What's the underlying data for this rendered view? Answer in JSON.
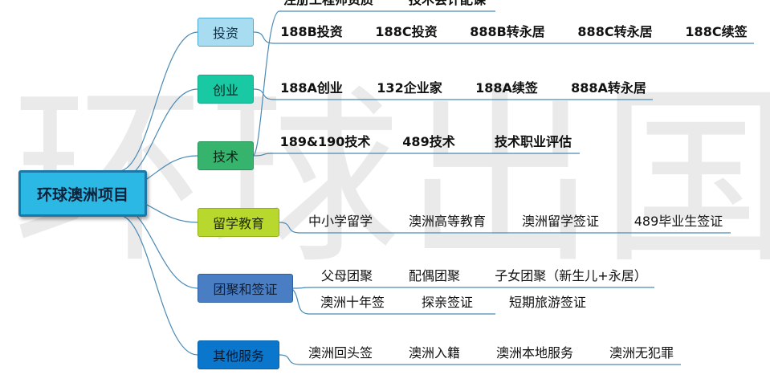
{
  "watermark": "环球出国",
  "root": {
    "label": "环球澳洲项目"
  },
  "categories": [
    {
      "label": "投资",
      "fill": "#a8dcf0",
      "border": "#4fa6cc",
      "text": "#0f2d44",
      "items": [
        "188B投资",
        "188C投资",
        "888B转永居",
        "888C转永居",
        "188C续签"
      ]
    },
    {
      "label": "创业",
      "fill": "#18c9a3",
      "border": "#14a889",
      "text": "#0b2b25",
      "items": [
        "188A创业",
        "132企业家",
        "188A续签",
        "888A转永居"
      ]
    },
    {
      "label": "技术",
      "fill": "#36b46e",
      "border": "#2a9158",
      "text": "#0a2615",
      "items": [
        "189&190技术",
        "489技术",
        "技术职业评估"
      ],
      "items2": [
        "注册工程师资质",
        "技术会计配课"
      ]
    },
    {
      "label": "留学教育",
      "fill": "#b8d82e",
      "border": "#8fae18",
      "text": "#1f2a05",
      "items": [
        "中小学留学",
        "澳洲高等教育",
        "澳洲留学签证",
        "489毕业生签证"
      ]
    },
    {
      "label": "团聚和签证",
      "fill": "#4a7ec4",
      "border": "#2f5f9e",
      "text": "#0d1e36",
      "items": [
        "父母团聚",
        "配偶团聚",
        "子女团聚（新生儿+永居）"
      ],
      "items2": [
        "澳洲十年签",
        "探亲签证",
        "短期旅游签证"
      ]
    },
    {
      "label": "其他服务",
      "fill": "#0a76cc",
      "border": "#0860a8",
      "text": "#08182b",
      "items": [
        "澳洲回头签",
        "澳洲入籍",
        "澳洲本地服务",
        "澳洲无犯罪"
      ]
    }
  ],
  "colors": {
    "connector": "#4a8ab5"
  }
}
